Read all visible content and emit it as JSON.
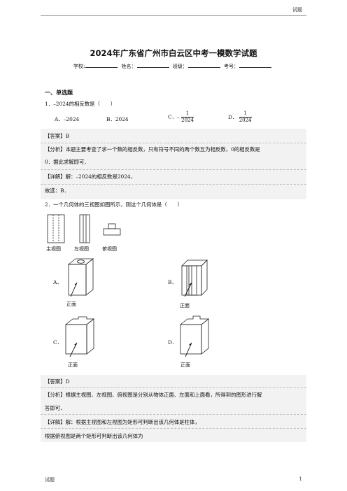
{
  "header": {
    "label": "试题"
  },
  "title": "2024年广东省广州市白云区中考一模数学试题",
  "info": {
    "school": "学校:",
    "name": "姓名：",
    "class": "班级：",
    "number": "考号："
  },
  "section": "一、单选题",
  "q1": {
    "stem": "1．–2024的相反数是（　　）",
    "opt_a": "A．–2024",
    "opt_b": "B．2024",
    "opt_c_label": "C．",
    "opt_c_sign": "–",
    "opt_c_num": "1",
    "opt_c_den": "2024",
    "opt_d_label": "D．",
    "opt_d_num": "1",
    "opt_d_den": "2024"
  },
  "a1": {
    "answer": "【答案】B",
    "analysis_1": "【分析】本题主要考查了求一个数的相反数，只有符号不同的两个数互为相反数，0的相反数是",
    "analysis_2": "0．据此求解即可．",
    "detail": "【详解】解：–2024的相反数是2024，",
    "conclusion": "故选：B．"
  },
  "q2": {
    "stem": "2．一个几何体的三视图如图所示，则这个几何体是（　　）",
    "views": {
      "front": "主视图",
      "left": "左视图",
      "top": "俯视图"
    },
    "opt_a": "A．",
    "opt_b": "B．",
    "opt_c": "C．",
    "opt_d": "D．",
    "front_label": "正面"
  },
  "a2": {
    "answer": "【答案】D",
    "analysis_1": "【分析】根据主视图、左视图、俯视图是分别从物体正面、左面和上面看，所得到的图形进行解",
    "analysis_2": "答即可．",
    "detail": "【详解】解：根据主视图和左视图为矩形可判断出该几何体是柱体，",
    "detail_2": "根据俯视图是两个矩形可判断出该几何体为"
  },
  "footer": {
    "left": "试题",
    "page": "1"
  }
}
